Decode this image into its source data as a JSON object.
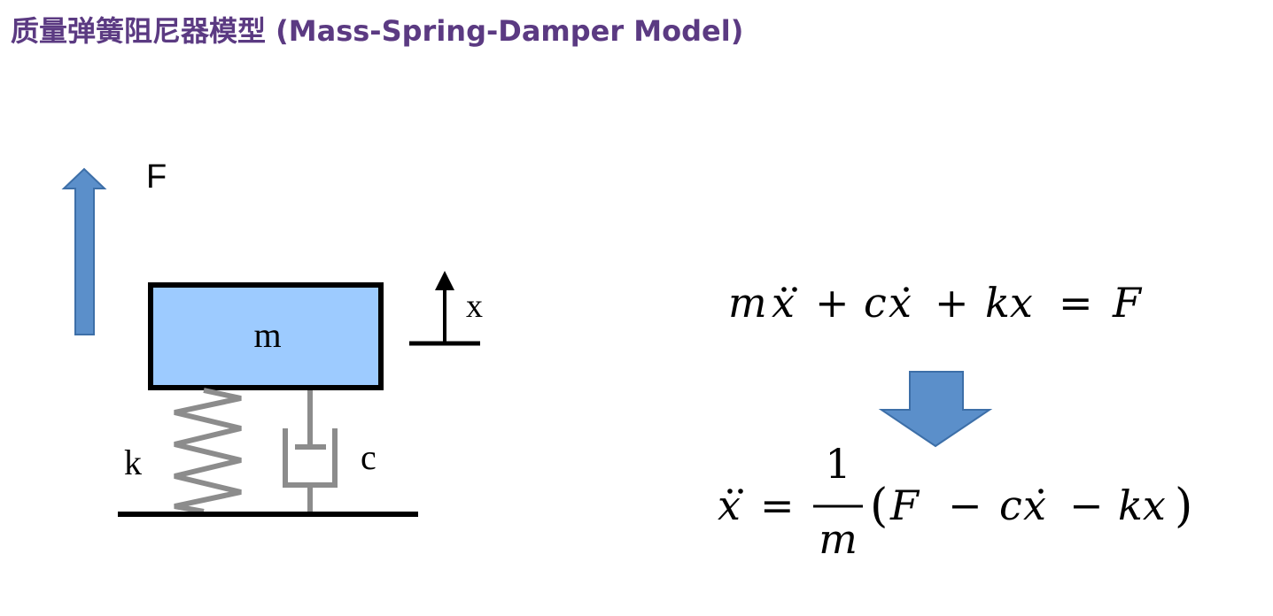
{
  "title": "质量弹簧阻尼器模型 (Mass-Spring-Damper Model)",
  "colors": {
    "title": "#5b3a82",
    "arrow_fill": "#5b8fca",
    "arrow_stroke": "#3d6fa8",
    "mass_fill": "#9dcbff",
    "spring_damper": "#8c8c8c",
    "ink": "#000000"
  },
  "diagram": {
    "force_label": "F",
    "mass_label": "m",
    "displacement_label": "x",
    "spring_label": "k",
    "damper_label": "c"
  },
  "equations": {
    "motion": {
      "m": "m",
      "plus1": "+",
      "c": "c",
      "plus2": "+",
      "kx": "kx",
      "equals": "=",
      "F": "F",
      "xdot": "x",
      "xddot": "x"
    },
    "arrow_icon": "down-arrow-icon",
    "acceleration": {
      "lhs": "x",
      "equals": "=",
      "numerator": "1",
      "denominator": "m",
      "open_paren": "(",
      "F": "F",
      "minus1": "−",
      "c": "c",
      "xdot": "x",
      "minus2": "−",
      "kx": "kx",
      "close_paren": ")"
    }
  }
}
